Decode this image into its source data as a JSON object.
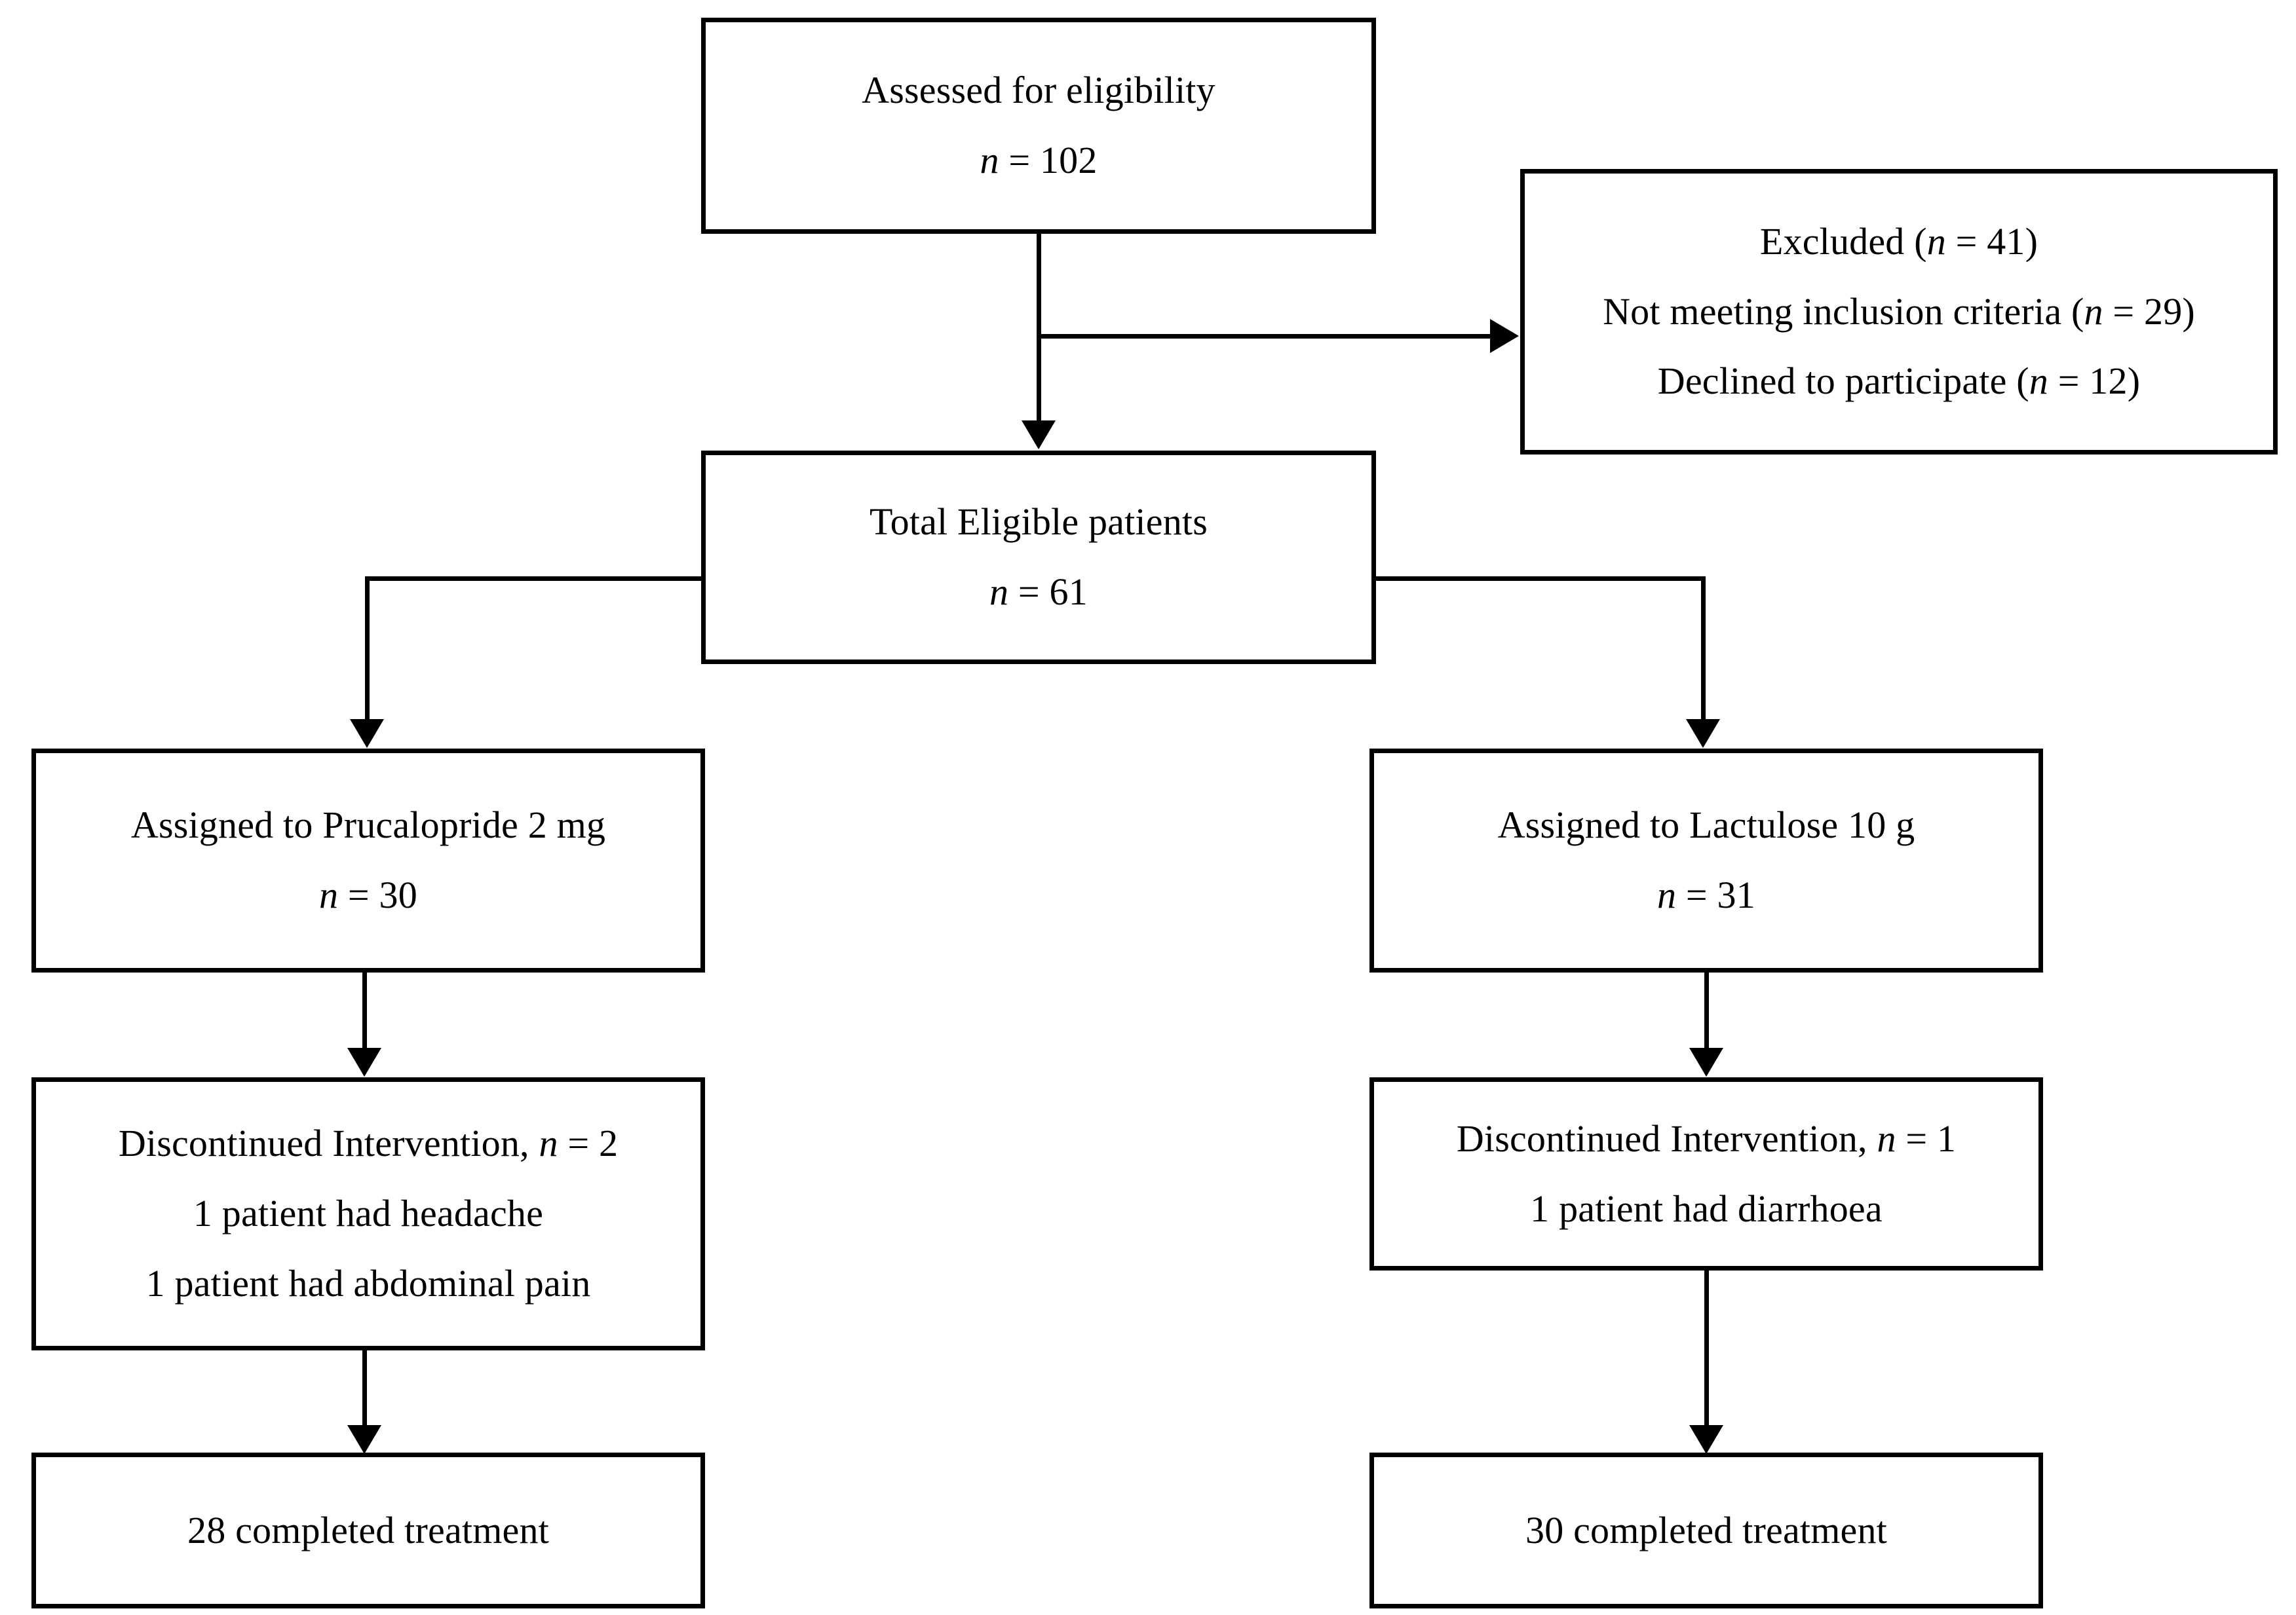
{
  "diagram": {
    "type": "consort-flow-diagram",
    "title": "CONSORT participant flow",
    "accent_color": "#000000",
    "background_color": "#ffffff"
  },
  "nodes": {
    "assessed": {
      "name": "assessed-for-eligibility",
      "line1": "Assessed for eligibility",
      "n_symbol": "n",
      "n_equals": " = ",
      "n_value": "102",
      "n_line": "n = 102"
    },
    "excluded": {
      "name": "excluded",
      "line1_pre": "Excluded (",
      "line1_sym": "n",
      "line1_post": " = 41)",
      "line1": "Excluded (n = 41)",
      "line2_pre": "Not meeting inclusion criteria (",
      "line2_sym": "n",
      "line2_post": " = 29)",
      "line2": "Not meeting inclusion criteria (n = 29)",
      "line3_pre": "Declined to participate (",
      "line3_sym": "n",
      "line3_post": " = 12)",
      "line3": "Declined to participate (n = 12)"
    },
    "eligible": {
      "name": "total-eligible-patients",
      "line1": "Total Eligible patients",
      "n_symbol": "n",
      "n_equals": " = ",
      "n_value": "61",
      "n_line": "n = 61"
    },
    "assigned_left": {
      "name": "assigned-prucalopride",
      "line1": "Assigned to Prucalopride 2 mg",
      "n_symbol": "n",
      "n_equals": " = ",
      "n_value": "30",
      "n_line": "n = 30"
    },
    "assigned_right": {
      "name": "assigned-lactulose",
      "line1": "Assigned to Lactulose 10 g",
      "n_symbol": "n",
      "n_equals": " = ",
      "n_value": "31",
      "n_line": "n = 31"
    },
    "discontinued_left": {
      "name": "discontinued-prucalopride",
      "line1_pre": "Discontinued Intervention, ",
      "line1_sym": "n",
      "line1_post": " = 2",
      "line1": "Discontinued Intervention, n = 2",
      "line2": "1 patient had headache",
      "line3": "1 patient had abdominal pain"
    },
    "discontinued_right": {
      "name": "discontinued-lactulose",
      "line1_pre": "Discontinued Intervention, ",
      "line1_sym": "n",
      "line1_post": " = 1",
      "line1": "Discontinued Intervention, n = 1",
      "line2": "1 patient had diarrhoea"
    },
    "completed_left": {
      "name": "completed-prucalopride",
      "line1": "28 completed treatment"
    },
    "completed_right": {
      "name": "completed-lactulose",
      "line1": "30 completed treatment"
    }
  },
  "edges": [
    {
      "from": "assessed",
      "to": "excluded",
      "direction": "right",
      "arrow": true
    },
    {
      "from": "assessed",
      "to": "eligible",
      "direction": "down",
      "arrow": true
    },
    {
      "from": "eligible",
      "to": "assigned_left",
      "direction": "down-left",
      "arrow": true
    },
    {
      "from": "eligible",
      "to": "assigned_right",
      "direction": "down-right",
      "arrow": true
    },
    {
      "from": "assigned_left",
      "to": "discontinued_left",
      "direction": "down",
      "arrow": true
    },
    {
      "from": "assigned_right",
      "to": "discontinued_right",
      "direction": "down",
      "arrow": true
    },
    {
      "from": "discontinued_left",
      "to": "completed_left",
      "direction": "down",
      "arrow": true
    },
    {
      "from": "discontinued_right",
      "to": "completed_right",
      "direction": "down",
      "arrow": true
    }
  ]
}
